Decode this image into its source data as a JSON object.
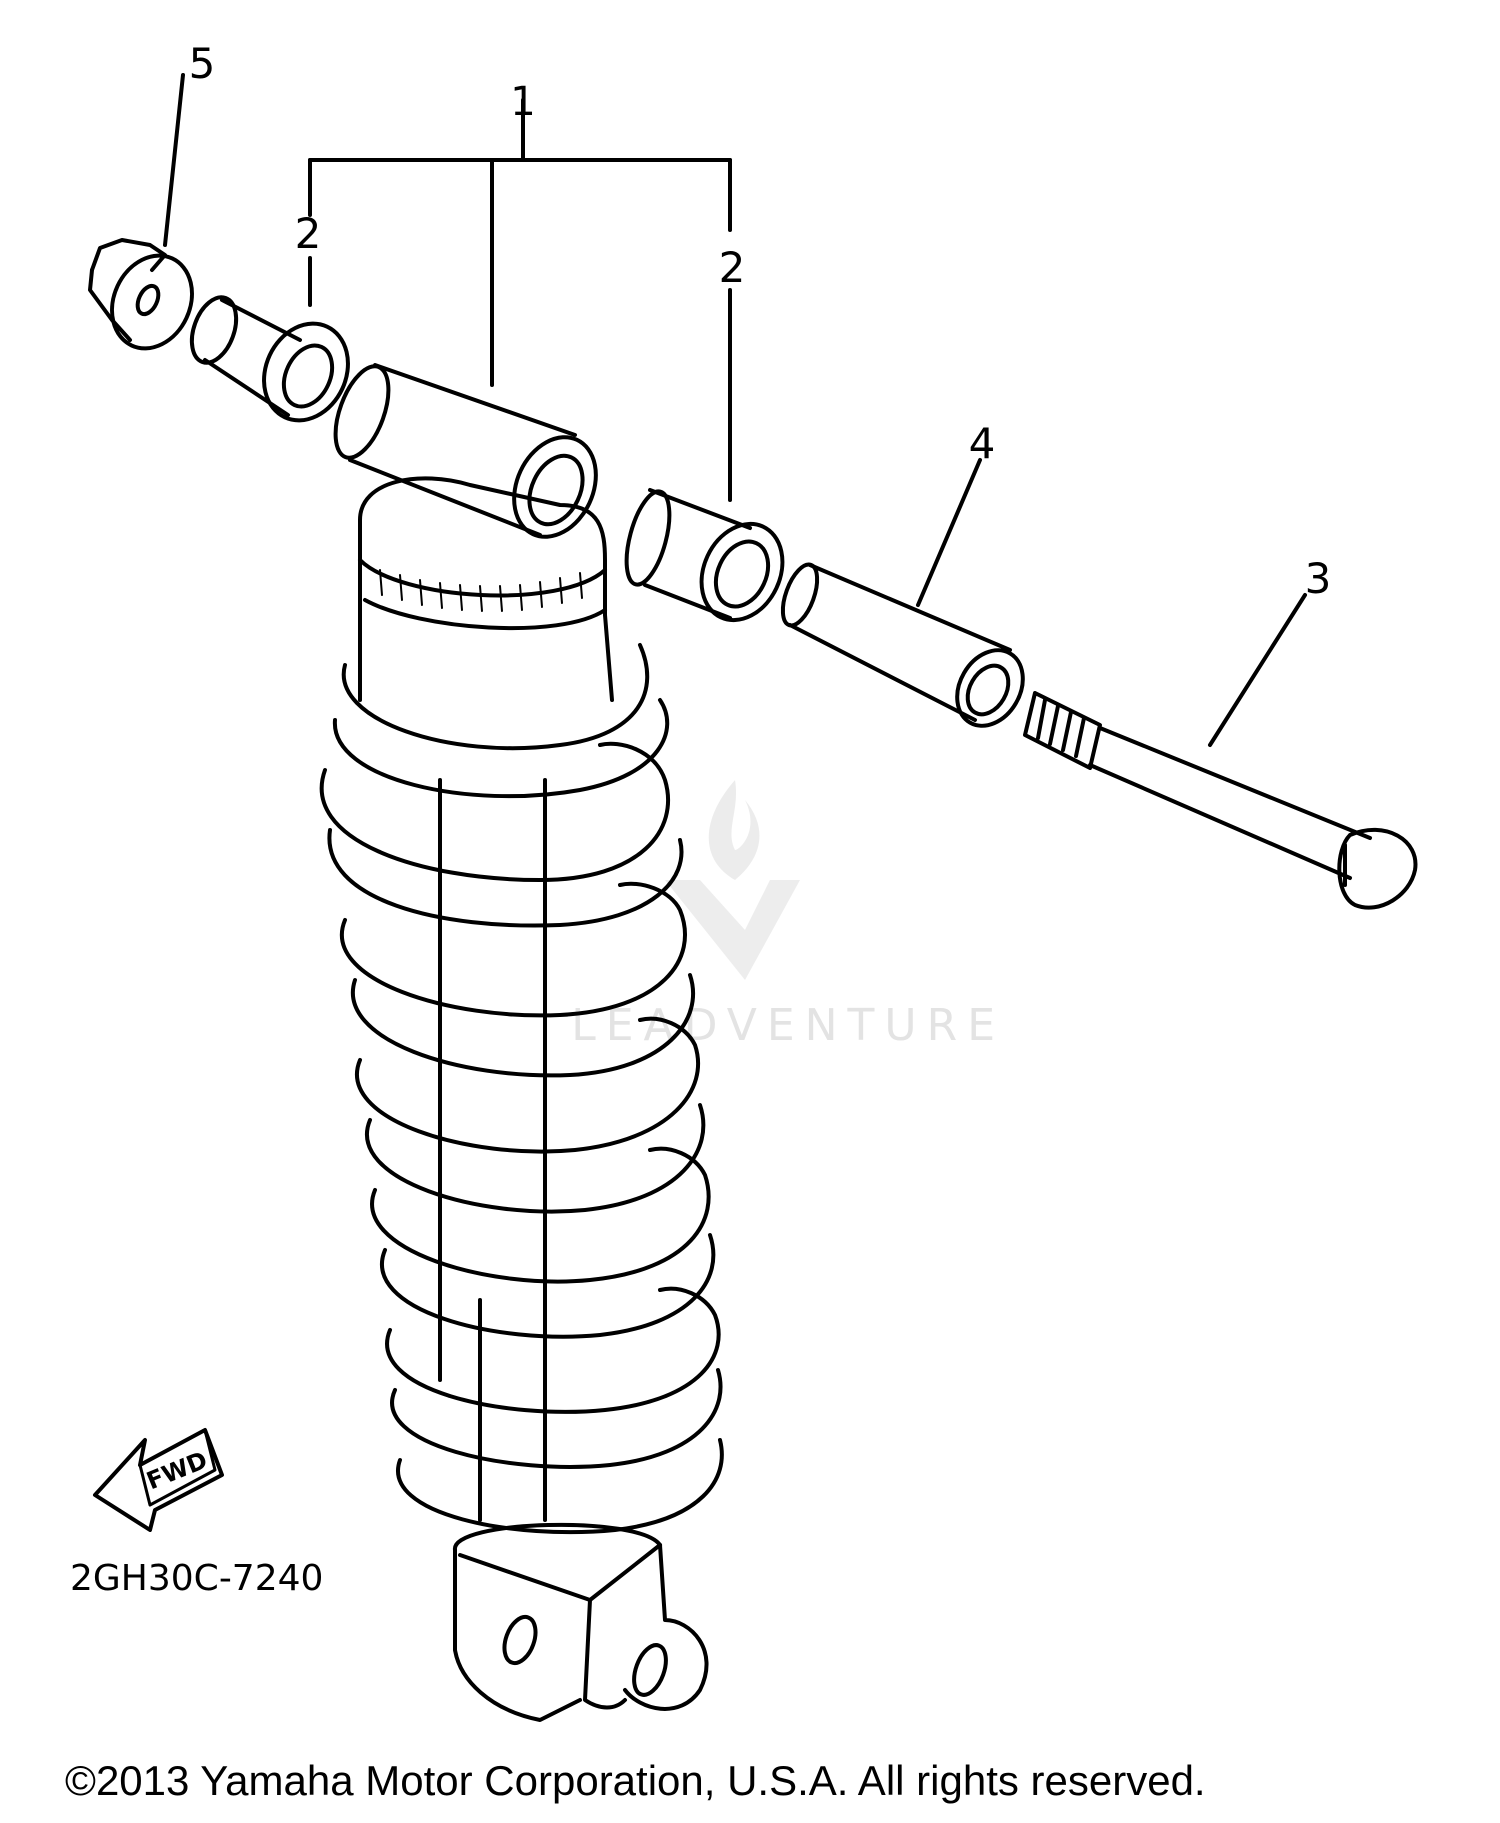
{
  "callouts": {
    "c1": "1",
    "c2a": "2",
    "c2b": "2",
    "c3": "3",
    "c4": "4",
    "c5": "5"
  },
  "fwd_label": "FWD",
  "diagram_code": "2GH30C-7240",
  "watermark": "LEADVENTURE",
  "copyright": "©2013 Yamaha Motor Corporation, U.S.A. All rights reserved."
}
